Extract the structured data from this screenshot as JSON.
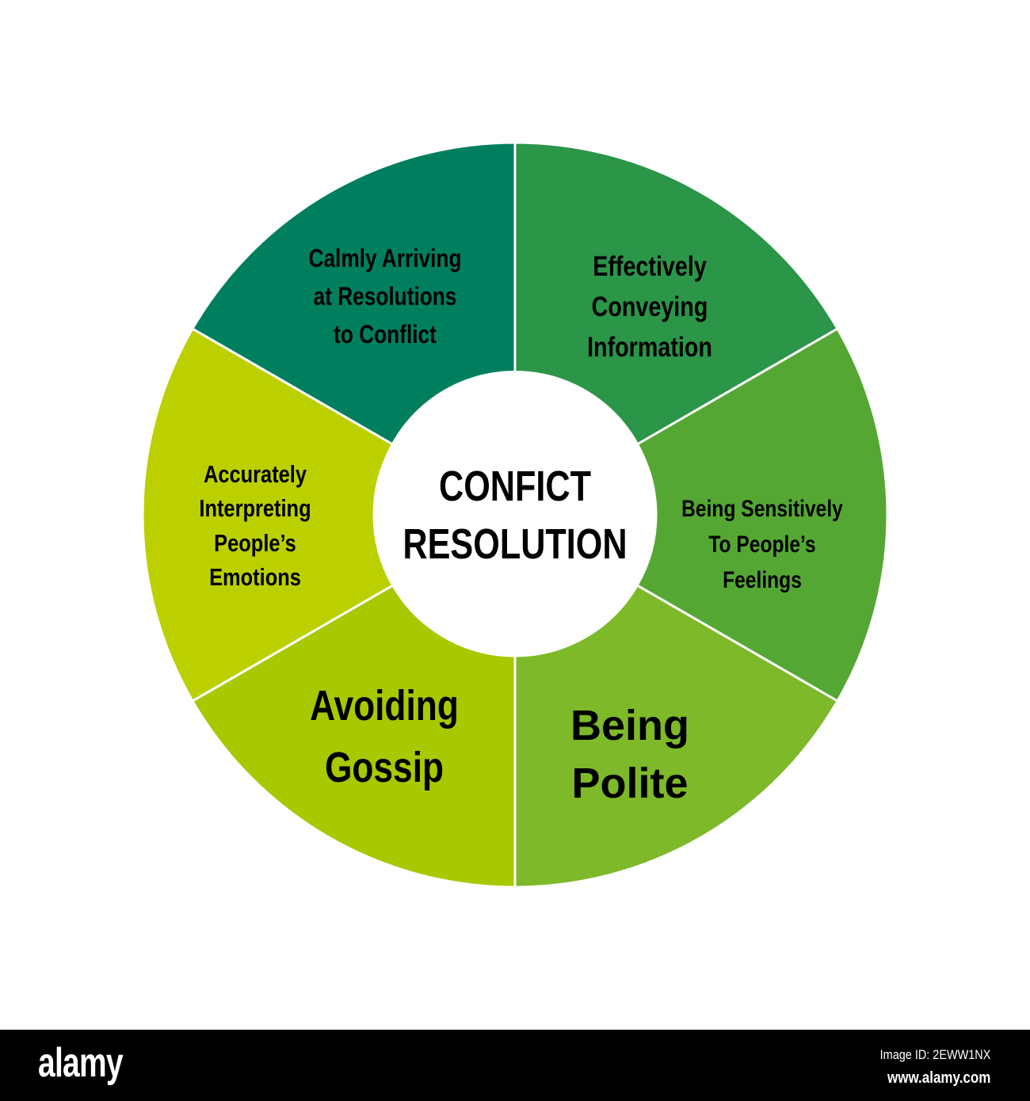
{
  "title": "CONFICT\nRESOLUTION",
  "segments": [
    {
      "label": "Effectively\nConveying\nInformation",
      "color": "#2b9548",
      "start_deg": 30,
      "end_deg": 90
    },
    {
      "label": "Being Sensitively\nTo People’s\nFeelings",
      "color": "#55a733",
      "start_deg": -30,
      "end_deg": 30
    },
    {
      "label": "Being\nPolite",
      "color": "#7db928",
      "start_deg": -90,
      "end_deg": -30
    },
    {
      "label": "Avoiding\nGossip",
      "color": "#a8c800",
      "start_deg": 210,
      "end_deg": 270
    },
    {
      "label": "Accurately\nInterpreting\nPeople’s\nEmotions",
      "color": "#bcd000",
      "start_deg": 150,
      "end_deg": 210
    },
    {
      "label": "Calmly Arriving\nat Resolutions\nto Conflict",
      "color": "#007f5f",
      "start_deg": 90,
      "end_deg": 150
    }
  ],
  "footer": {
    "logo": "alamy",
    "image_id": "Image ID: 2EWW1NX",
    "url": "www.alamy.com"
  }
}
